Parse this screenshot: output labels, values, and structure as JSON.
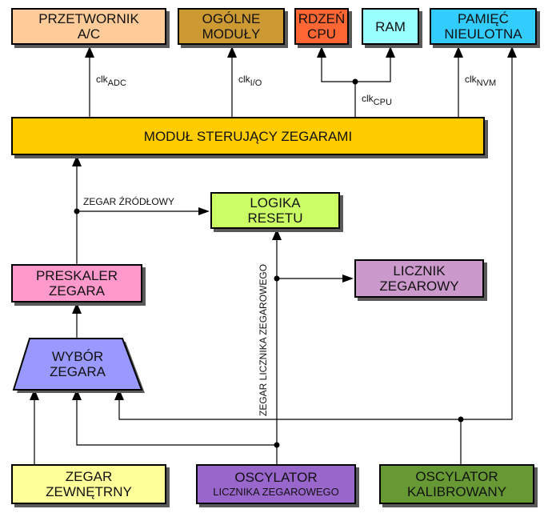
{
  "colors": {
    "adc": "#ffcc99",
    "io": "#cc9933",
    "cpu": "#ff6633",
    "ram": "#99ffff",
    "nvm": "#33ccff",
    "control": "#ffcc00",
    "reset": "#ccff66",
    "wdt": "#cc99cc",
    "prescaler": "#ff99cc",
    "select": "#9999ff",
    "ext": "#ffff99",
    "wdt_osc": "#9966cc",
    "cal_osc": "#669933"
  },
  "boxes": {
    "adc": [
      "PRZETWORNIK",
      "A/C"
    ],
    "io": [
      "OGÓLNE",
      "MODUŁY"
    ],
    "cpu": [
      "RDZEŃ",
      "CPU"
    ],
    "ram": [
      "RAM"
    ],
    "nvm": [
      "PAMIĘĆ",
      "NIEULOTNA"
    ],
    "control": [
      "MODUŁ STERUJĄCY ZEGARAMI"
    ],
    "reset": [
      "LOGIKA",
      "RESETU"
    ],
    "wdt": [
      "LICZNIK",
      "ZEGAROWY"
    ],
    "prescaler": [
      "PRESKALER",
      "ZEGARA"
    ],
    "select": [
      "WYBÓR",
      "ZEGARA"
    ],
    "ext": [
      "ZEGAR",
      "ZEWNĘTRNY"
    ],
    "wdt_osc": [
      "OSCYLATOR",
      "LICZNIKA ZEGAROWEGO"
    ],
    "cal_osc": [
      "OSCYLATOR",
      "KALIBROWANY"
    ]
  },
  "labels": {
    "clk_adc": {
      "base": "clk",
      "sub": "ADC"
    },
    "clk_io": {
      "base": "clk",
      "sub": "I/O"
    },
    "clk_cpu": {
      "base": "clk",
      "sub": "CPU"
    },
    "clk_nvm": {
      "base": "clk",
      "sub": "NVM"
    },
    "source_clock": "ZEGAR ŹRÓDŁOWY",
    "wdt_clock": "ZEGAR LICZNIKA ZEGAROWEGO"
  }
}
